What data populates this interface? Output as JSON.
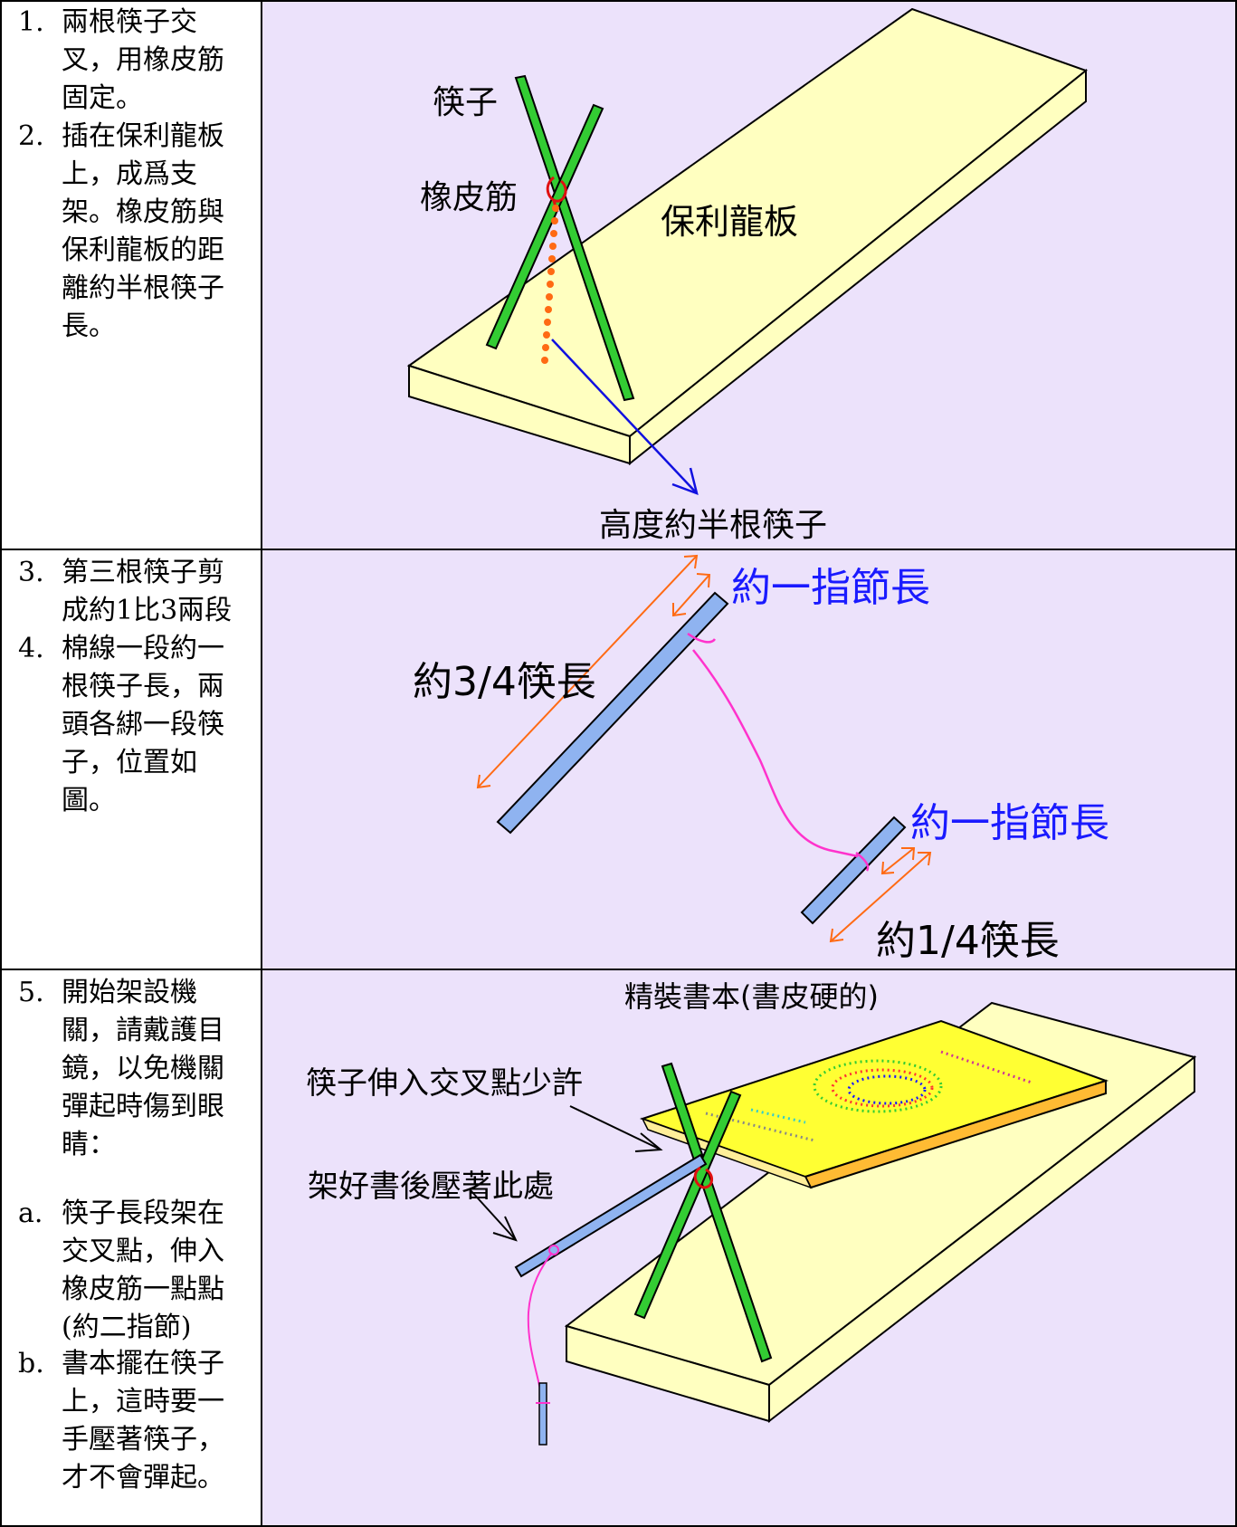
{
  "steps": {
    "s1": {
      "num": "1.",
      "text": "兩根筷子交\n叉，用橡皮筋\n固定。"
    },
    "s2": {
      "num": "2.",
      "text": "插在保利龍板\n上，成爲支\n架。橡皮筋與\n保利龍板的距\n離約半根筷子\n長。"
    },
    "s3": {
      "num": "3.",
      "text": "第三根筷子剪\n成約1比3兩段"
    },
    "s4": {
      "num": "4.",
      "text": "棉線一段約一\n根筷子長，兩\n頭各綁一段筷\n子，位置如\n圖。"
    },
    "s5": {
      "num": "5.",
      "text": "開始架設機\n關，請戴護目\n鏡，以免機關\n彈起時傷到眼\n睛："
    },
    "sa": {
      "num": "a.",
      "text": "筷子長段架在\n交叉點，伸入\n橡皮筋一點點\n(約二指節)"
    },
    "sb": {
      "num": "b.",
      "text": "書本擺在筷子\n上，這時要一\n手壓著筷子，\n才不會彈起。"
    }
  },
  "diagram1": {
    "label_chopsticks": "筷子",
    "label_rubber_band": "橡皮筋",
    "label_board": "保利龍板",
    "label_height": "高度約半根筷子"
  },
  "diagram2": {
    "label_knuckle_top": "約一指節長",
    "label_three_quarter": "約3/4筷長",
    "label_knuckle_bottom": "約一指節長",
    "label_one_quarter": "約1/4筷長"
  },
  "diagram3": {
    "label_book": "精裝書本(書皮硬的)",
    "label_insert": "筷子伸入交叉點少許",
    "label_press": "架好書後壓著此處"
  },
  "colors": {
    "panel_bg": "#ece2fb",
    "board": "#ffffc0",
    "chopstick_green": "#33cc33",
    "chopstick_blue": "#8fb3f0",
    "string": "#ff33cc",
    "arrow_orange": "#ff6a13",
    "arrow_blue": "#1010e0",
    "label_blue": "#1a1aff",
    "book_yellow": "#ffff33",
    "book_edge": "#ffbb33"
  }
}
